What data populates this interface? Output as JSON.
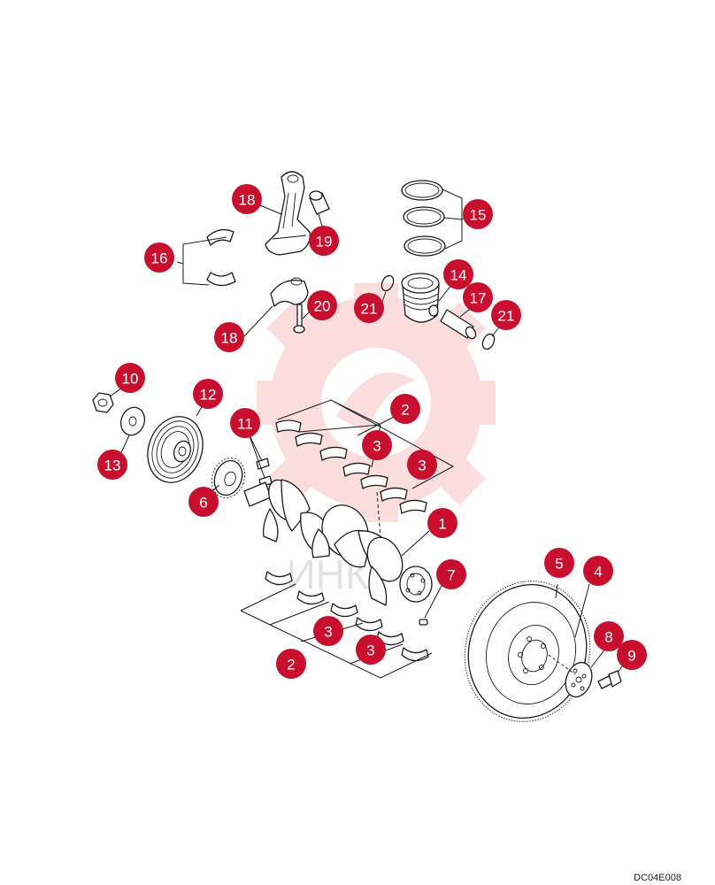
{
  "diagram": {
    "drawing_code": "DC04E008",
    "watermark_text": "ИНКУ",
    "accent_color": "#c8102e",
    "callouts": [
      {
        "id": "1",
        "label": "1"
      },
      {
        "id": "2a",
        "label": "2"
      },
      {
        "id": "2b",
        "label": "2"
      },
      {
        "id": "3a",
        "label": "3"
      },
      {
        "id": "3b",
        "label": "3"
      },
      {
        "id": "3c",
        "label": "3"
      },
      {
        "id": "3d",
        "label": "3"
      },
      {
        "id": "4",
        "label": "4"
      },
      {
        "id": "5",
        "label": "5"
      },
      {
        "id": "6",
        "label": "6"
      },
      {
        "id": "7",
        "label": "7"
      },
      {
        "id": "8",
        "label": "8"
      },
      {
        "id": "9",
        "label": "9"
      },
      {
        "id": "10",
        "label": "10"
      },
      {
        "id": "11",
        "label": "11"
      },
      {
        "id": "12",
        "label": "12"
      },
      {
        "id": "13",
        "label": "13"
      },
      {
        "id": "14",
        "label": "14"
      },
      {
        "id": "15",
        "label": "15"
      },
      {
        "id": "16",
        "label": "16"
      },
      {
        "id": "17",
        "label": "17"
      },
      {
        "id": "18a",
        "label": "18"
      },
      {
        "id": "18b",
        "label": "18"
      },
      {
        "id": "19",
        "label": "19"
      },
      {
        "id": "20",
        "label": "20"
      },
      {
        "id": "21a",
        "label": "21"
      },
      {
        "id": "21b",
        "label": "21"
      }
    ]
  }
}
